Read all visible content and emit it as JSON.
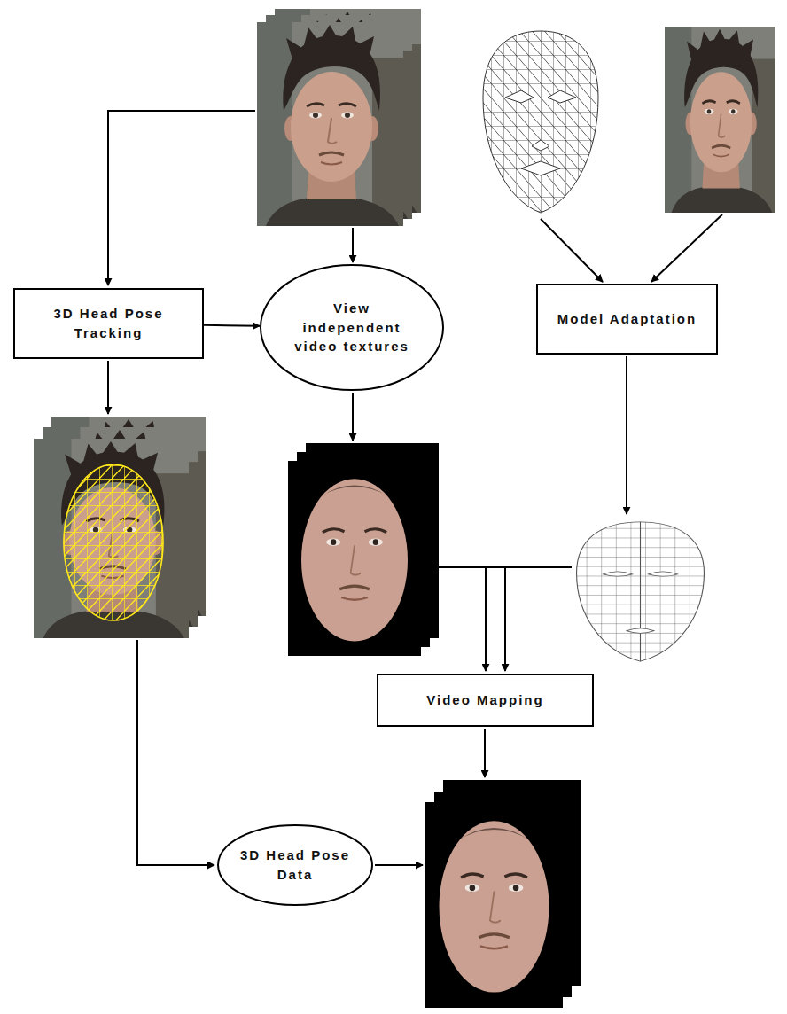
{
  "diagram": {
    "nodes": [
      {
        "text": [
          "3D Head Pose Tracking"
        ]
      },
      {
        "text": [
          "View independent video textures"
        ]
      },
      {
        "text": [
          "Model Adaptation"
        ]
      },
      {
        "text": [
          "Video Mapping"
        ]
      },
      {
        "text": [
          "3D Head Pose Data"
        ]
      }
    ],
    "edges": [
      {
        "from": 0,
        "to": 1,
        "arrow": "to"
      }
    ]
  }
}
